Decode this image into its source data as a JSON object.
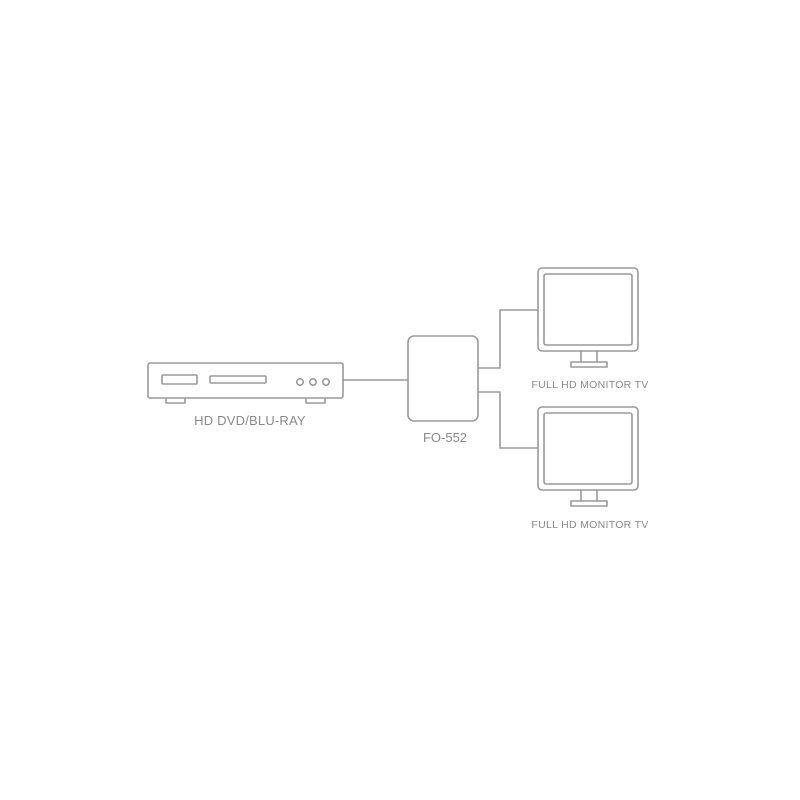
{
  "colors": {
    "stroke": "#9a9a9a",
    "text": "#8a8a8a",
    "background": "#ffffff"
  },
  "source": {
    "label": "HD DVD/BLU-RAY",
    "icon": "blu-ray-player-icon"
  },
  "splitter": {
    "label": "FO-552",
    "icon": "splitter-box-icon"
  },
  "outputs": [
    {
      "label": "FULL HD MONITOR TV",
      "icon": "monitor-icon"
    },
    {
      "label": "FULL HD MONITOR TV",
      "icon": "monitor-icon"
    }
  ]
}
